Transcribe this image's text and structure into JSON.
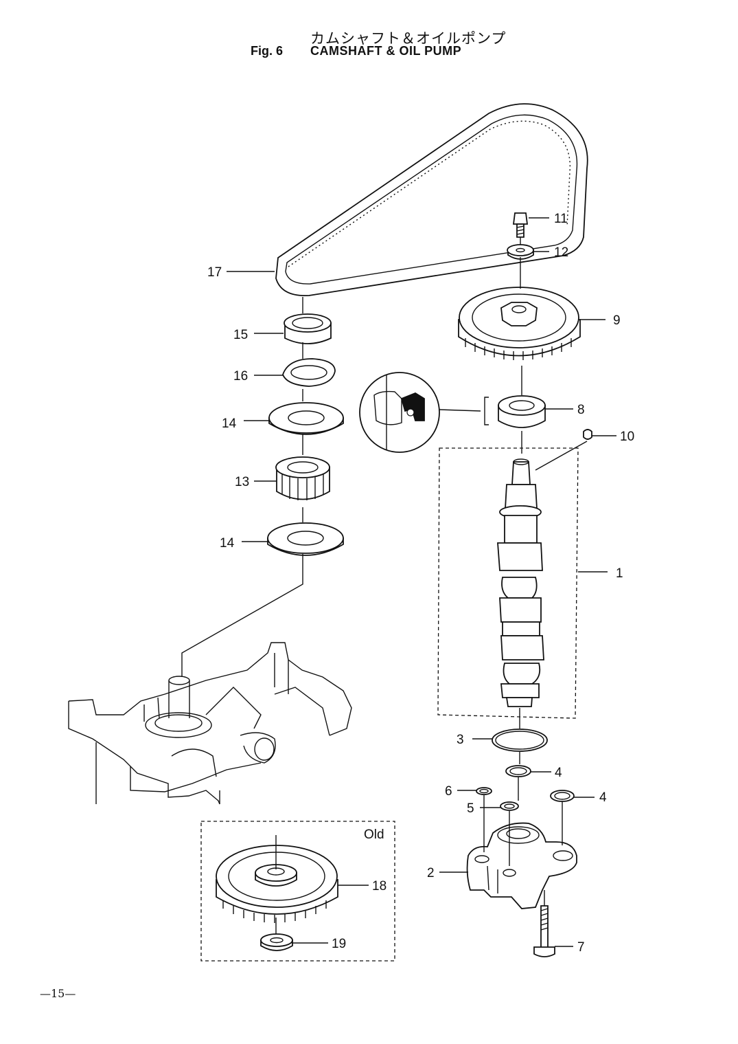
{
  "header": {
    "title_jp": "カムシャフト＆オイルポンプ",
    "fig_label": "Fig. 6",
    "title_en": "CAMSHAFT & OIL PUMP"
  },
  "callouts": [
    "1",
    "2",
    "3",
    "4",
    "4",
    "5",
    "6",
    "7",
    "8",
    "9",
    "10",
    "11",
    "12",
    "13",
    "14",
    "14",
    "15",
    "16",
    "17",
    "18",
    "19"
  ],
  "old_box_label": "Old",
  "page_number": "—15—"
}
